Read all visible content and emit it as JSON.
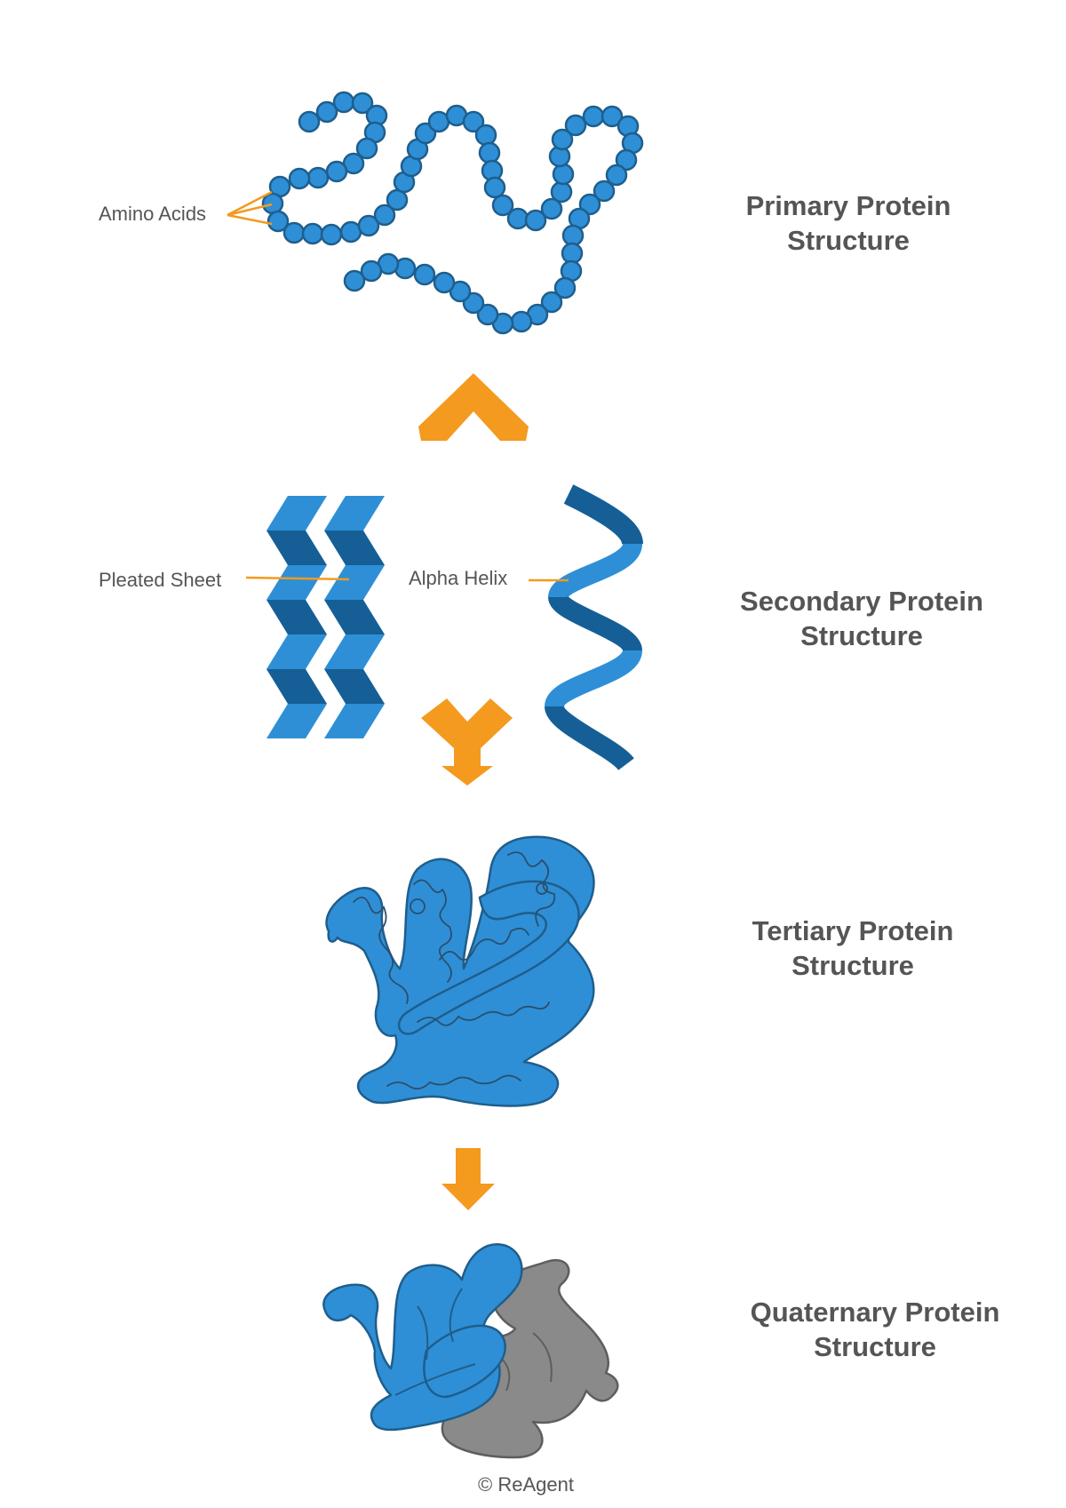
{
  "labels": {
    "amino_acids": "Amino Acids",
    "pleated_sheet": "Pleated Sheet",
    "alpha_helix": "Alpha Helix",
    "copyright": "© ReAgent"
  },
  "titles": {
    "primary": [
      "Primary Protein",
      "Structure"
    ],
    "secondary": [
      "Secondary Protein",
      "Structure"
    ],
    "tertiary": [
      "Tertiary Protein",
      "Structure"
    ],
    "quaternary": [
      "Quaternary Protein",
      "Structure"
    ]
  },
  "colors": {
    "blue": "#2e8fd6",
    "blue_dark": "#155f96",
    "outline": "#1f5e8c",
    "orange": "#f39a1f",
    "grey": "#8a8a8a",
    "grey_dark": "#5e5e5e",
    "text": "#555555"
  }
}
